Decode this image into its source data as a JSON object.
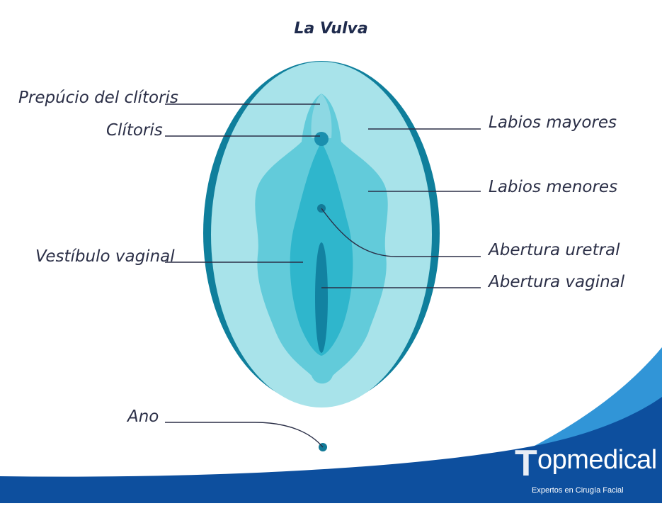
{
  "title": "La Vulva",
  "labels": {
    "prepucio": "Prepúcio del clítoris",
    "clitoris": "Clítoris",
    "labios_mayores": "Labios mayores",
    "labios_menores": "Labios menores",
    "vestibulo": "Vestíbulo vaginal",
    "abertura_uretral": "Abertura uretral",
    "abertura_vaginal": "Abertura vaginal",
    "ano": "Ano"
  },
  "brand": {
    "initial": "T",
    "name": "opmedical",
    "tagline": "Expertos en Cirugía Facial"
  },
  "colors": {
    "outer": "#a8e3ea",
    "outer_edge": "#0f7f9c",
    "minora": "#62cbda",
    "vestibule": "#2fb6cc",
    "opening": "#1282a1",
    "dot": "#137a97",
    "leader": "#2b2f47",
    "wave_dark": "#0d4f9e",
    "wave_light": "#1b89d3"
  }
}
